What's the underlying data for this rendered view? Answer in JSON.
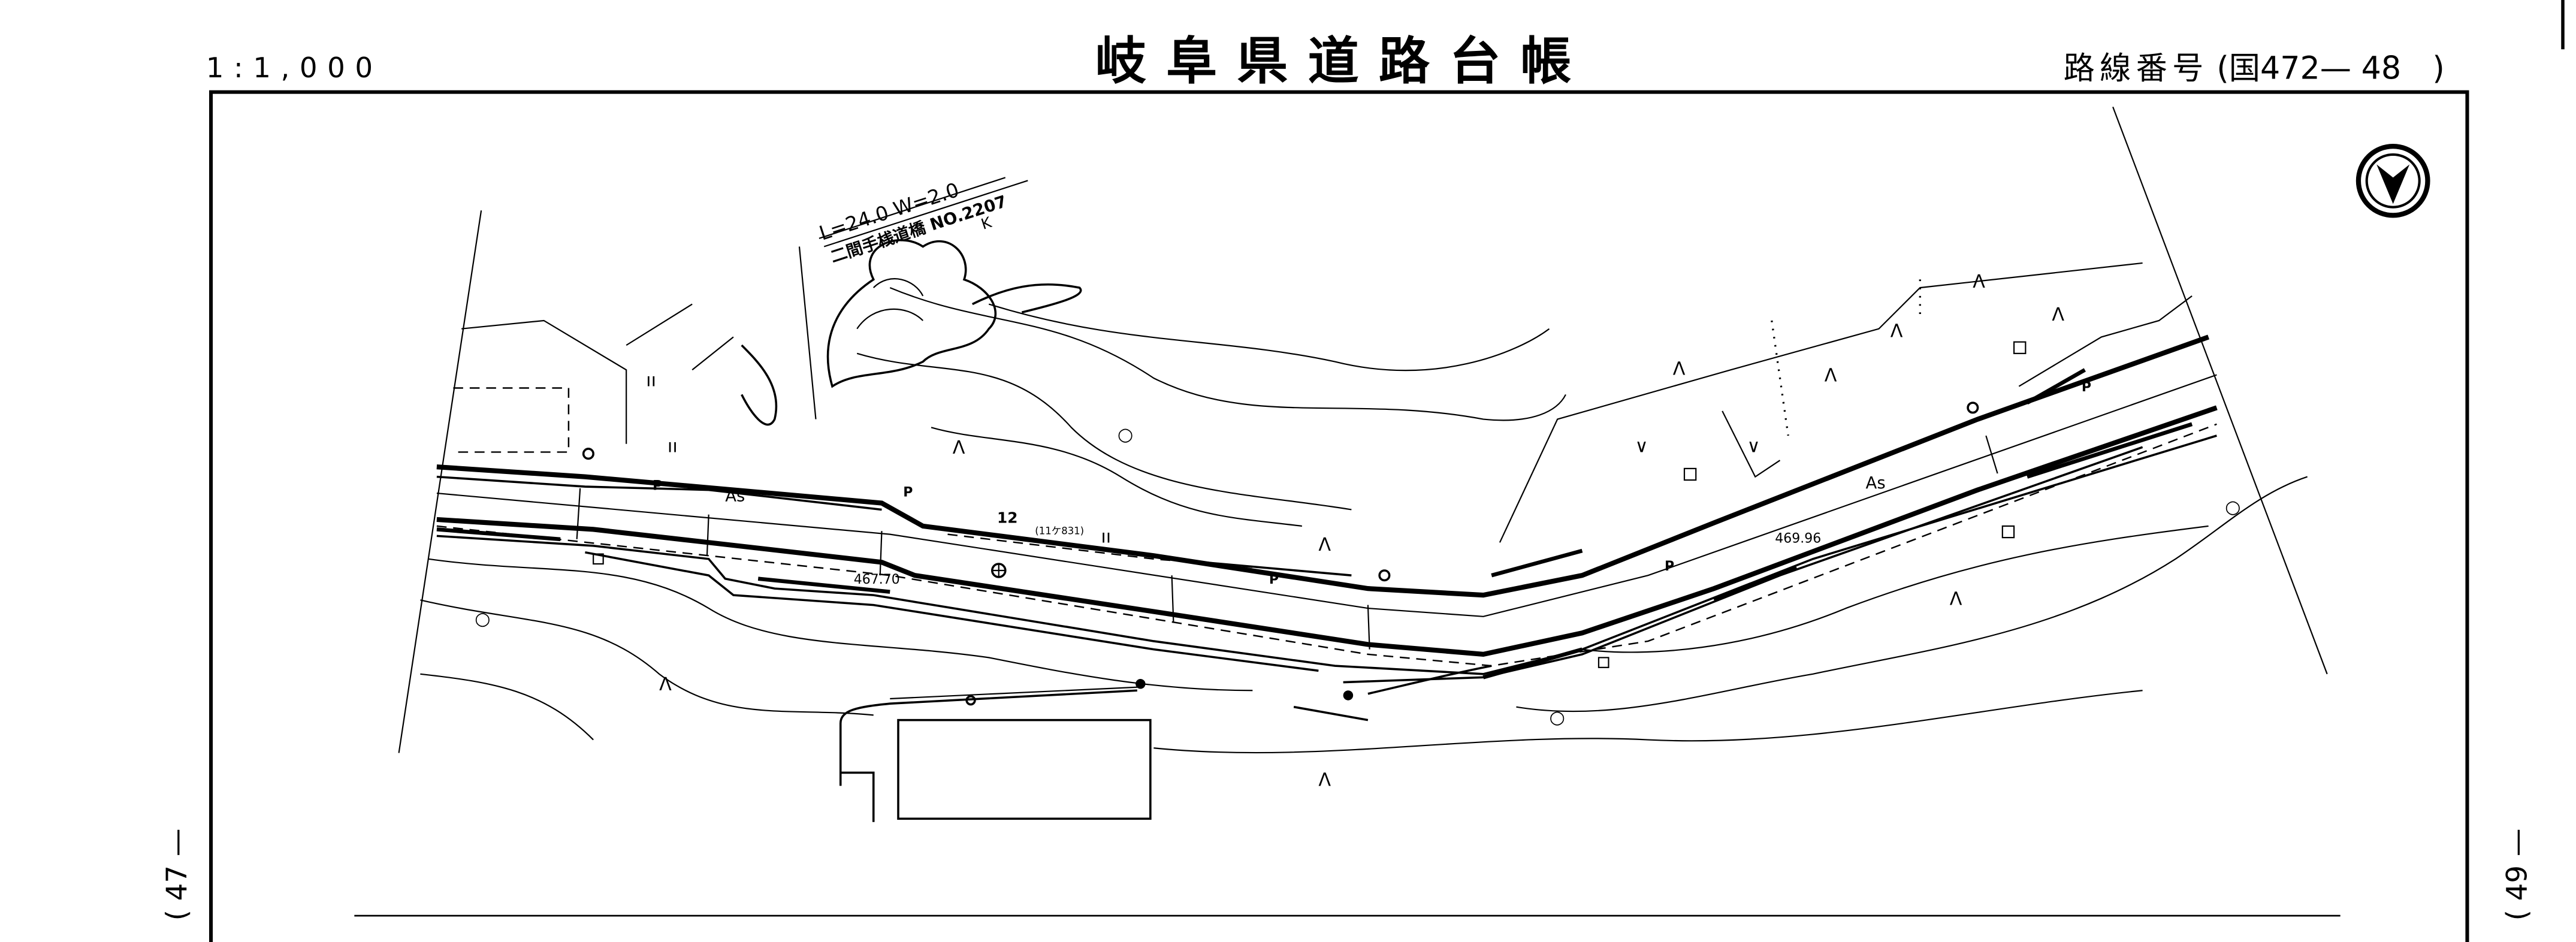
{
  "header": {
    "scale": "1:1,000",
    "title": "岐阜県道路台帳",
    "route_label": "路線番号",
    "route_number": "(国472— 48　)"
  },
  "side_labels": {
    "left_page": "( 47 —",
    "right_page": "( 49 —"
  },
  "map": {
    "bridge": {
      "dimensions": "L=24.0  W=2.0",
      "name": "二間手桟道橋 NO.2207",
      "code": "K"
    },
    "labels": {
      "surface_left": "As",
      "surface_right": "As",
      "elevation_left": "467.70",
      "elevation_right": "469.96",
      "marker_number": "12",
      "marker_code": "(11ケ831)",
      "parking": "P"
    },
    "north_arrow": "north-arrow"
  }
}
